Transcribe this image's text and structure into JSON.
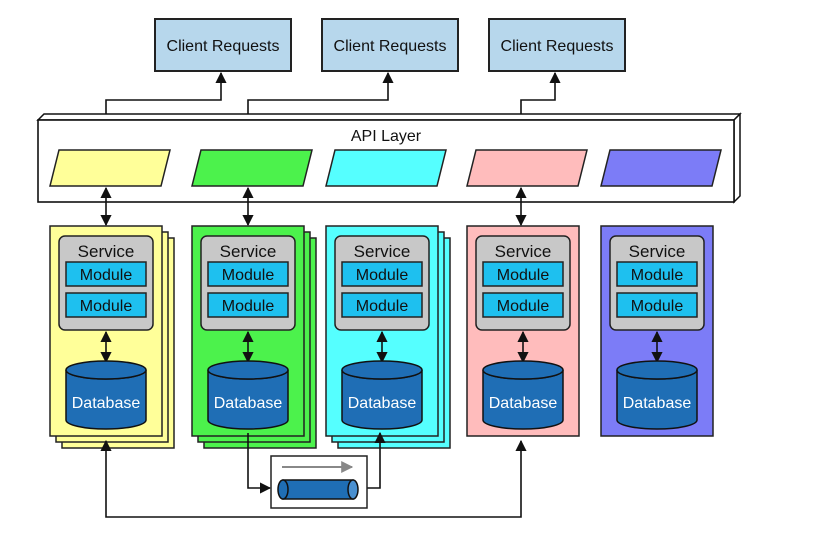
{
  "client_requests": [
    {
      "label": "Client Requests"
    },
    {
      "label": "Client Requests"
    },
    {
      "label": "Client Requests"
    }
  ],
  "api_layer": {
    "title": "API Layer"
  },
  "services": [
    {
      "color": "#ffff99",
      "service_label": "Service",
      "modules": [
        "Module",
        "Module"
      ],
      "database_label": "Database"
    },
    {
      "color": "#4cf24c",
      "service_label": "Service",
      "modules": [
        "Module",
        "Module"
      ],
      "database_label": "Database"
    },
    {
      "color": "#55ffff",
      "service_label": "Service",
      "modules": [
        "Module",
        "Module"
      ],
      "database_label": "Database"
    },
    {
      "color": "#ffbcbc",
      "service_label": "Service",
      "modules": [
        "Module",
        "Module"
      ],
      "database_label": "Database"
    },
    {
      "color": "#7c7cf7",
      "service_label": "Service",
      "modules": [
        "Module",
        "Module"
      ],
      "database_label": "Database"
    }
  ],
  "colors": {
    "client_box": "#b7d7ec",
    "service_inner": "#c8c8c8",
    "module_fill": "#1ec0ef",
    "database_fill": "#1f6eb5",
    "queue_fill": "#1f6eb5"
  }
}
